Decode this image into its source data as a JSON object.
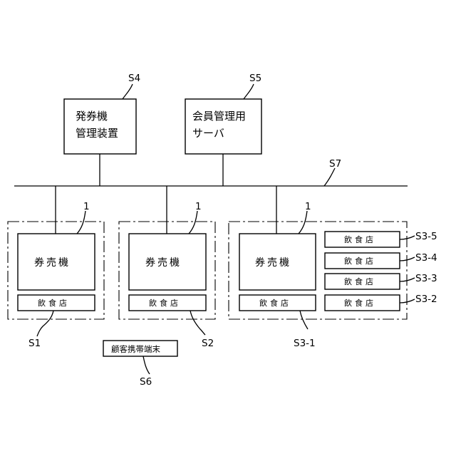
{
  "nodes": {
    "s4_box": {
      "lines": [
        "発券機",
        "管理装置"
      ]
    },
    "s5_box": {
      "lines": [
        "会員管理用",
        "サーバ"
      ]
    },
    "ticket_machine": "券売機",
    "restaurant": "飲食店",
    "s6_box": "顧客携帯端末"
  },
  "labels": {
    "s1": "S1",
    "s2": "S2",
    "s3_1": "S3-1",
    "s3_2": "S3-2",
    "s3_3": "S3-3",
    "s3_4": "S3-4",
    "s3_5": "S3-5",
    "s4": "S4",
    "s5": "S5",
    "s6": "S6",
    "s7": "S7",
    "ref_1": "1"
  }
}
